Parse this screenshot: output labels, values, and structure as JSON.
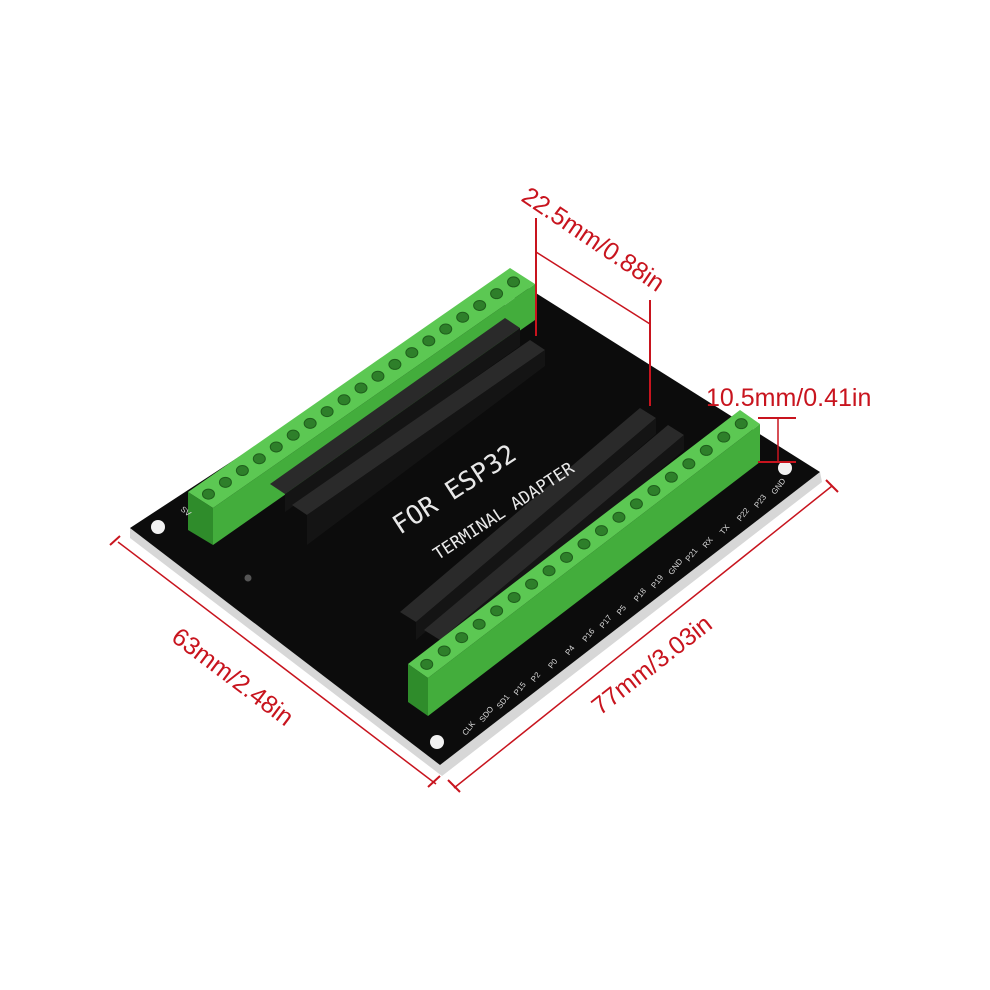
{
  "board": {
    "title_line1": "FOR ESP32",
    "title_line2": "TERMINAL ADAPTER",
    "pin_labels": [
      "CLK",
      "SDO",
      "SD1",
      "P15",
      "P2",
      "P0",
      "P4",
      "P16",
      "P17",
      "P5",
      "P18",
      "P19",
      "GND",
      "P21",
      "RX",
      "TX",
      "P22",
      "P23",
      "GND"
    ],
    "left_corner_label": "SV"
  },
  "dimensions": {
    "height": "22.5mm/0.88in",
    "terminal_height": "10.5mm/0.41in",
    "width": "63mm/2.48in",
    "length": "77mm/3.03in"
  },
  "colors": {
    "pcb": "#0b0b0b",
    "terminal": "#3fae3a",
    "header": "#1c1c1c",
    "dimension": "#c8141e"
  }
}
